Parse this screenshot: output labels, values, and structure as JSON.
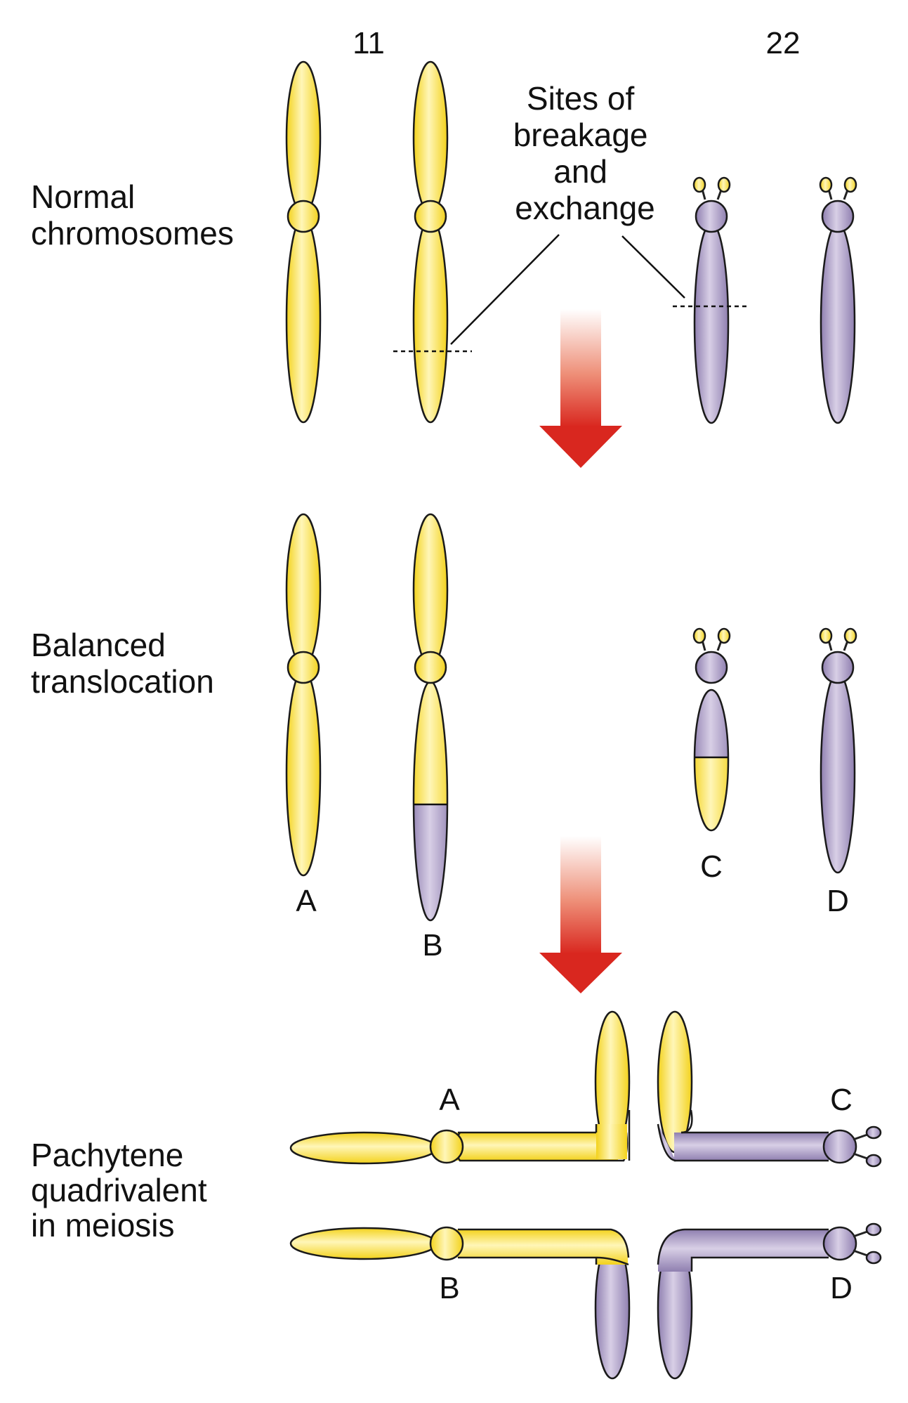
{
  "labels": {
    "chr11": "11",
    "chr22": "22",
    "callout": [
      "Sites of",
      "breakage",
      "and",
      "exchange"
    ],
    "row_normal": [
      "Normal",
      "chromosomes"
    ],
    "row_balanced": [
      "Balanced",
      "translocation"
    ],
    "row_pachytene": [
      "Pachytene",
      "quadrivalent",
      "in meiosis"
    ],
    "chr_A": "A",
    "chr_B": "B",
    "chr_C": "C",
    "chr_D": "D",
    "quad_A": "A",
    "quad_B": "B",
    "quad_C": "C",
    "quad_D": "D"
  },
  "colors": {
    "chromosome_11": "#f8e25a",
    "chromosome_22": "#b7a9c9",
    "arrow_top": "#ffffff",
    "arrow_bottom": "#d9271f"
  }
}
